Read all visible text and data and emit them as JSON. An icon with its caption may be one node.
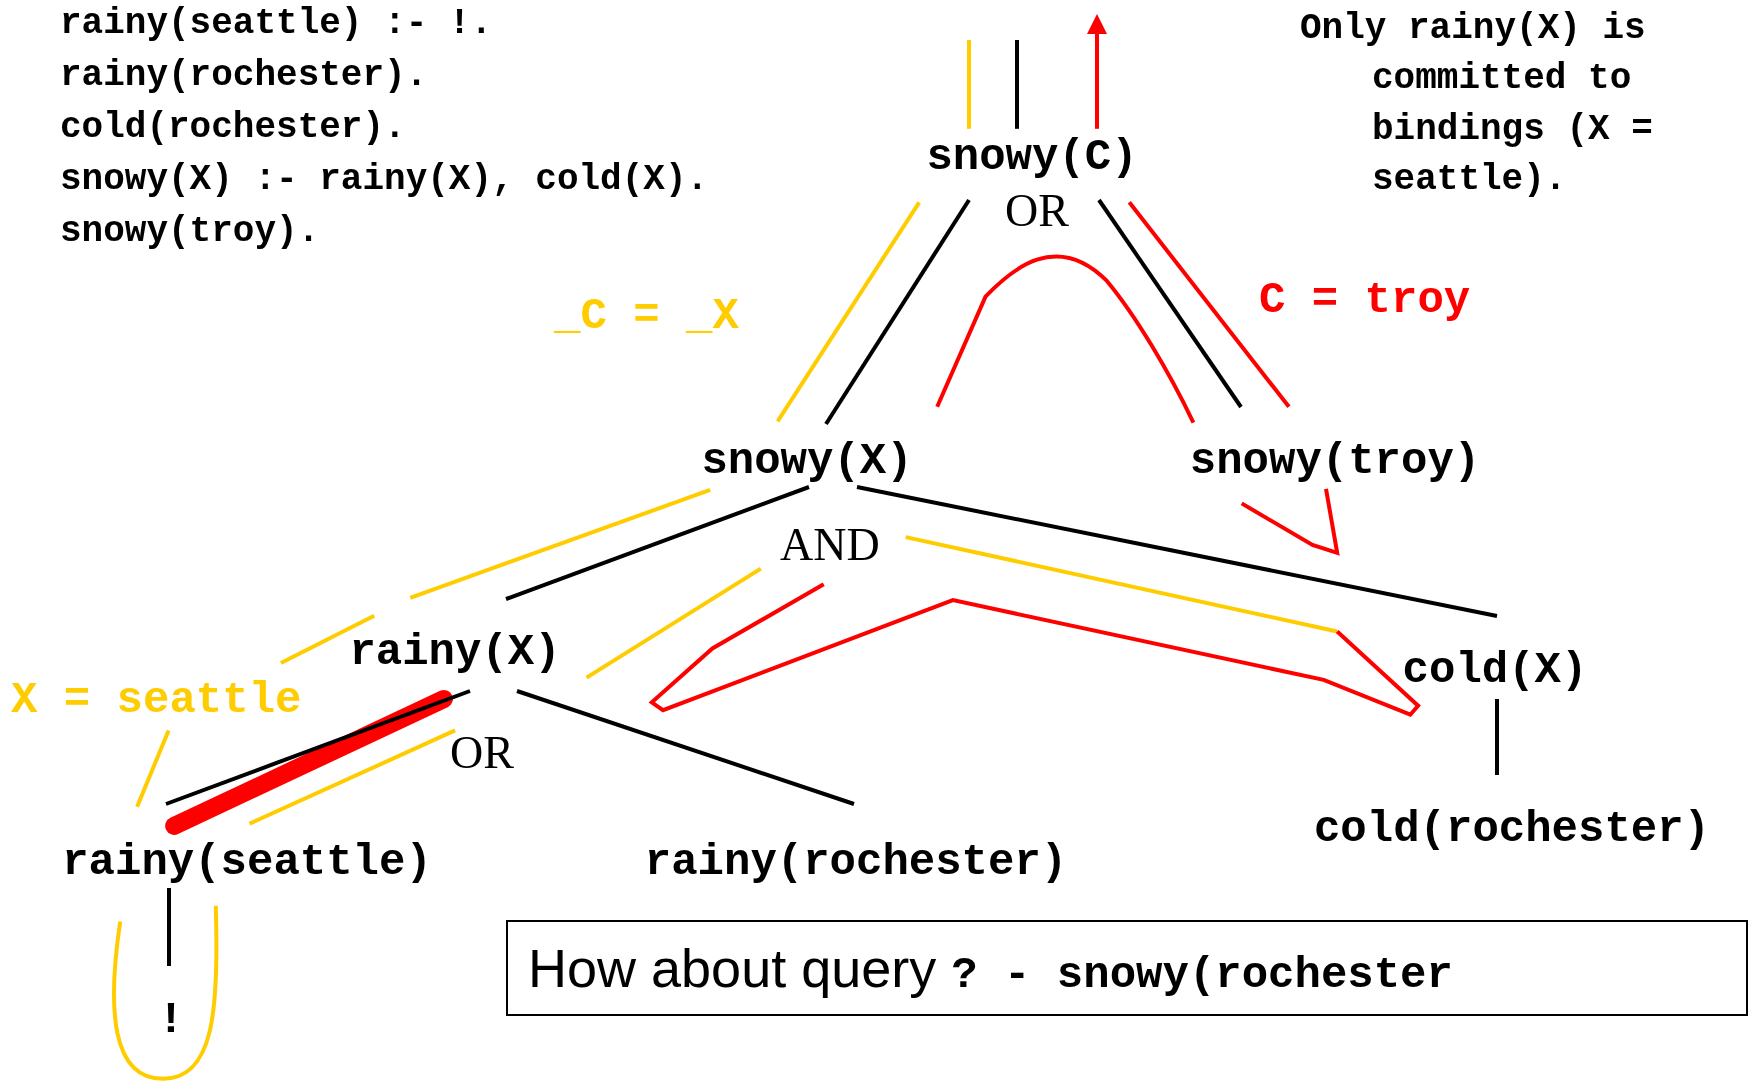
{
  "diagram": {
    "nodes": [
      {
        "text": [
          "snowy(C)"
        ]
      },
      {
        "text": [
          "snowy(X)"
        ]
      },
      {
        "text": [
          "snowy(troy)"
        ]
      },
      {
        "text": [
          "rainy(X)"
        ]
      },
      {
        "text": [
          "cold(X)"
        ]
      },
      {
        "text": [
          "rainy(seattle)"
        ]
      },
      {
        "text": [
          "rainy(rochester)"
        ]
      },
      {
        "text": [
          "cold(rochester)"
        ]
      },
      {
        "text": [
          "!"
        ]
      },
      {
        "text": [
          "How about query **? - snowy(rochester**"
        ]
      }
    ],
    "edges": [
      {
        "from": 0,
        "to": null,
        "arrow": "none",
        "color": "#ffcc00"
      },
      {
        "from": 0,
        "to": null,
        "arrow": "none"
      },
      {
        "from": 0,
        "to": null,
        "arrow": "to",
        "color": "#ff0000"
      },
      {
        "from": 0,
        "to": 1,
        "arrow": "none"
      },
      {
        "from": 0,
        "to": 2,
        "arrow": "none"
      },
      {
        "from": 1,
        "to": 3,
        "arrow": "none"
      },
      {
        "from": 1,
        "to": 4,
        "arrow": "none"
      },
      {
        "from": 3,
        "to": 5,
        "arrow": "none"
      },
      {
        "from": 3,
        "to": 6,
        "arrow": "none"
      },
      {
        "from": 4,
        "to": 7,
        "arrow": "none"
      },
      {
        "from": 5,
        "to": 8,
        "arrow": "none"
      }
    ],
    "labels": [
      "rainy(seattle) :- !.",
      "rainy(rochester).",
      "cold(rochester).",
      "snowy(X) :- rainy(X), cold(X).",
      "snowy(troy).",
      "Only rainy(X) is committed to bindings (X = seattle).",
      "OR",
      "C = troy",
      "_C = _X",
      "AND",
      "X = seattle",
      "OR"
    ]
  }
}
